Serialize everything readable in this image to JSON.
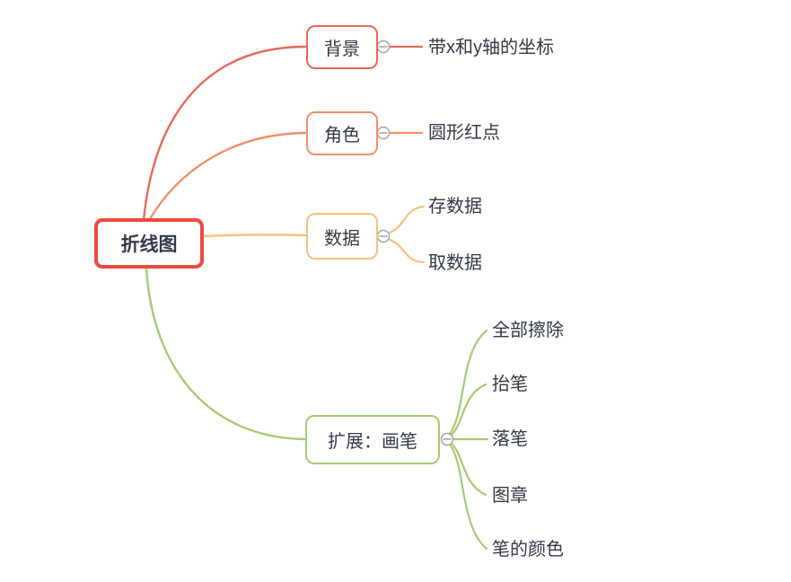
{
  "page": {
    "background": "#ffffff",
    "text_color": "#333a47"
  },
  "mindmap": {
    "root": {
      "label": "折线图",
      "border_color": "#ea4a40"
    },
    "branches": [
      {
        "label": "背景",
        "color": "#e66a58",
        "children": [
          {
            "label": "带x和y轴的坐标"
          }
        ]
      },
      {
        "label": "角色",
        "color": "#f0906a",
        "children": [
          {
            "label": "圆形红点"
          }
        ]
      },
      {
        "label": "数据",
        "color": "#f6c27c",
        "children": [
          {
            "label": "存数据"
          },
          {
            "label": "取数据"
          }
        ]
      },
      {
        "label": "扩展：画笔",
        "color": "#a9ca72",
        "children": [
          {
            "label": "全部擦除"
          },
          {
            "label": "抬笔"
          },
          {
            "label": "落笔"
          },
          {
            "label": "图章"
          },
          {
            "label": "笔的颜色"
          }
        ]
      }
    ],
    "collapse_handle": {
      "color": "#a3a3a3"
    }
  }
}
